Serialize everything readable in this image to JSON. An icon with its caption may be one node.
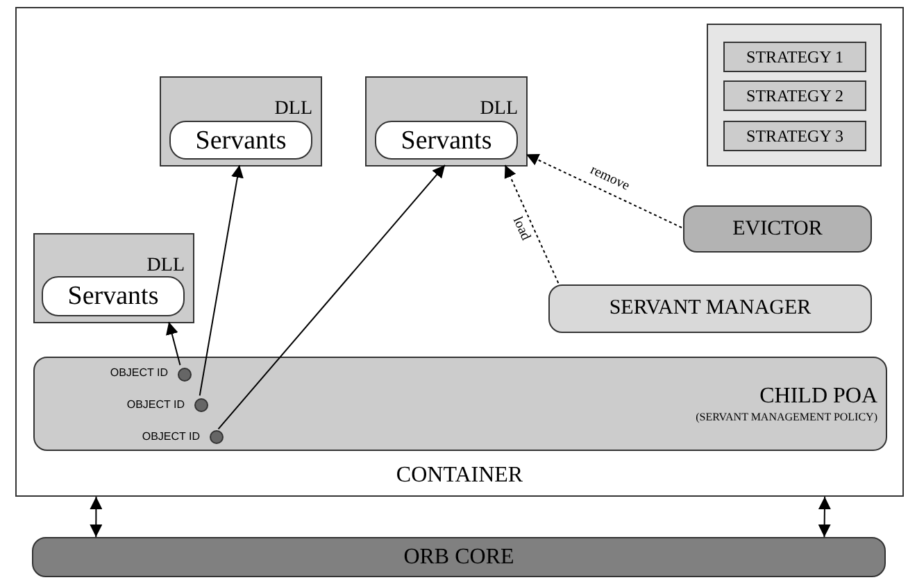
{
  "diagram": {
    "nodes": [
      {
        "text": [
          "CONTAINER"
        ]
      },
      {
        "text": [
          "DLL"
        ],
        "in": 0
      },
      {
        "text": [
          "Servants"
        ],
        "in": 1
      },
      {
        "text": [
          "DLL"
        ],
        "in": 0
      },
      {
        "text": [
          "Servants"
        ],
        "in": 3
      },
      {
        "text": [],
        "shape": "box",
        "in": 0
      },
      {
        "text": [
          "STRATEGY 1"
        ],
        "in": 5
      },
      {
        "text": [
          "STRATEGY 2"
        ],
        "in": 5
      },
      {
        "text": [
          "STRATEGY 3"
        ],
        "in": 5
      },
      {
        "text": [
          "DLL"
        ],
        "in": 0
      },
      {
        "text": [
          "Servants"
        ],
        "in": 9
      },
      {
        "text": [
          "EVICTOR"
        ],
        "in": 0
      },
      {
        "text": [
          "SERVANT MANAGER"
        ],
        "in": 0
      },
      {
        "text": [
          "CHILD POA",
          "(SERVANT MANAGEMENT POLICY)"
        ],
        "in": 0
      },
      {
        "text": [],
        "shape": "circle",
        "in": 13,
        "beside": [
          "OBJECT ID"
        ]
      },
      {
        "text": [],
        "shape": "circle",
        "in": 13,
        "beside": [
          "OBJECT ID"
        ]
      },
      {
        "text": [],
        "shape": "circle",
        "in": 13,
        "beside": [
          "OBJECT ID"
        ]
      },
      {
        "text": [
          "ORB CORE"
        ]
      }
    ],
    "edges": [
      {
        "from": 14,
        "to": 9,
        "arrow": "to"
      },
      {
        "from": 15,
        "to": 1,
        "arrow": "to"
      },
      {
        "from": 16,
        "to": 3,
        "arrow": "to"
      },
      {
        "from": 11,
        "to": 3,
        "arrow": "to",
        "label": "remove",
        "style": "dashed"
      },
      {
        "from": 12,
        "to": 3,
        "arrow": "to",
        "label": "load",
        "style": "dashed"
      },
      {
        "from": 0,
        "to": 17,
        "arrow": "both"
      },
      {
        "from": 0,
        "to": 17,
        "arrow": "both"
      }
    ]
  }
}
